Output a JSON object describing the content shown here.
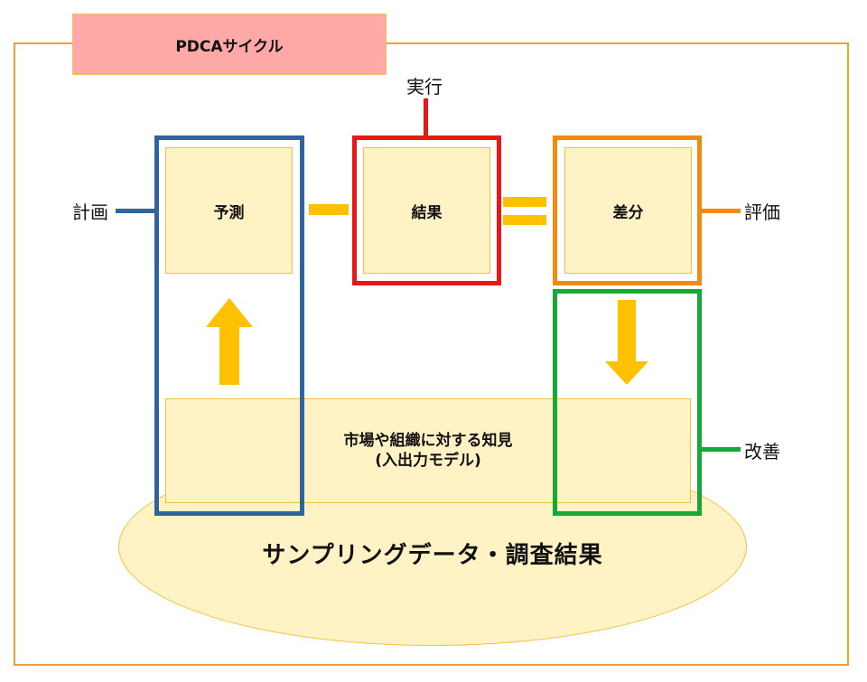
{
  "title": "PDCAサイクル",
  "labels": {
    "plan": "計画",
    "do": "実行",
    "check": "評価",
    "act": "改善"
  },
  "boxes": {
    "predict": "予測",
    "result": "結果",
    "difference": "差分",
    "knowledge_line1": "市場や組織に対する知見",
    "knowledge_line2": "(入出力モデル)"
  },
  "base": "サンプリングデータ・調査結果",
  "colors": {
    "plan": "#2F64A0",
    "do": "#E81818",
    "check": "#F08A10",
    "act": "#18A838",
    "accent": "#FFC000",
    "box_fill": "#FFF2C4",
    "title_fill": "#FFA8A8"
  },
  "icons": {
    "up_arrow": "arrow-up-icon",
    "down_arrow": "arrow-down-icon"
  }
}
